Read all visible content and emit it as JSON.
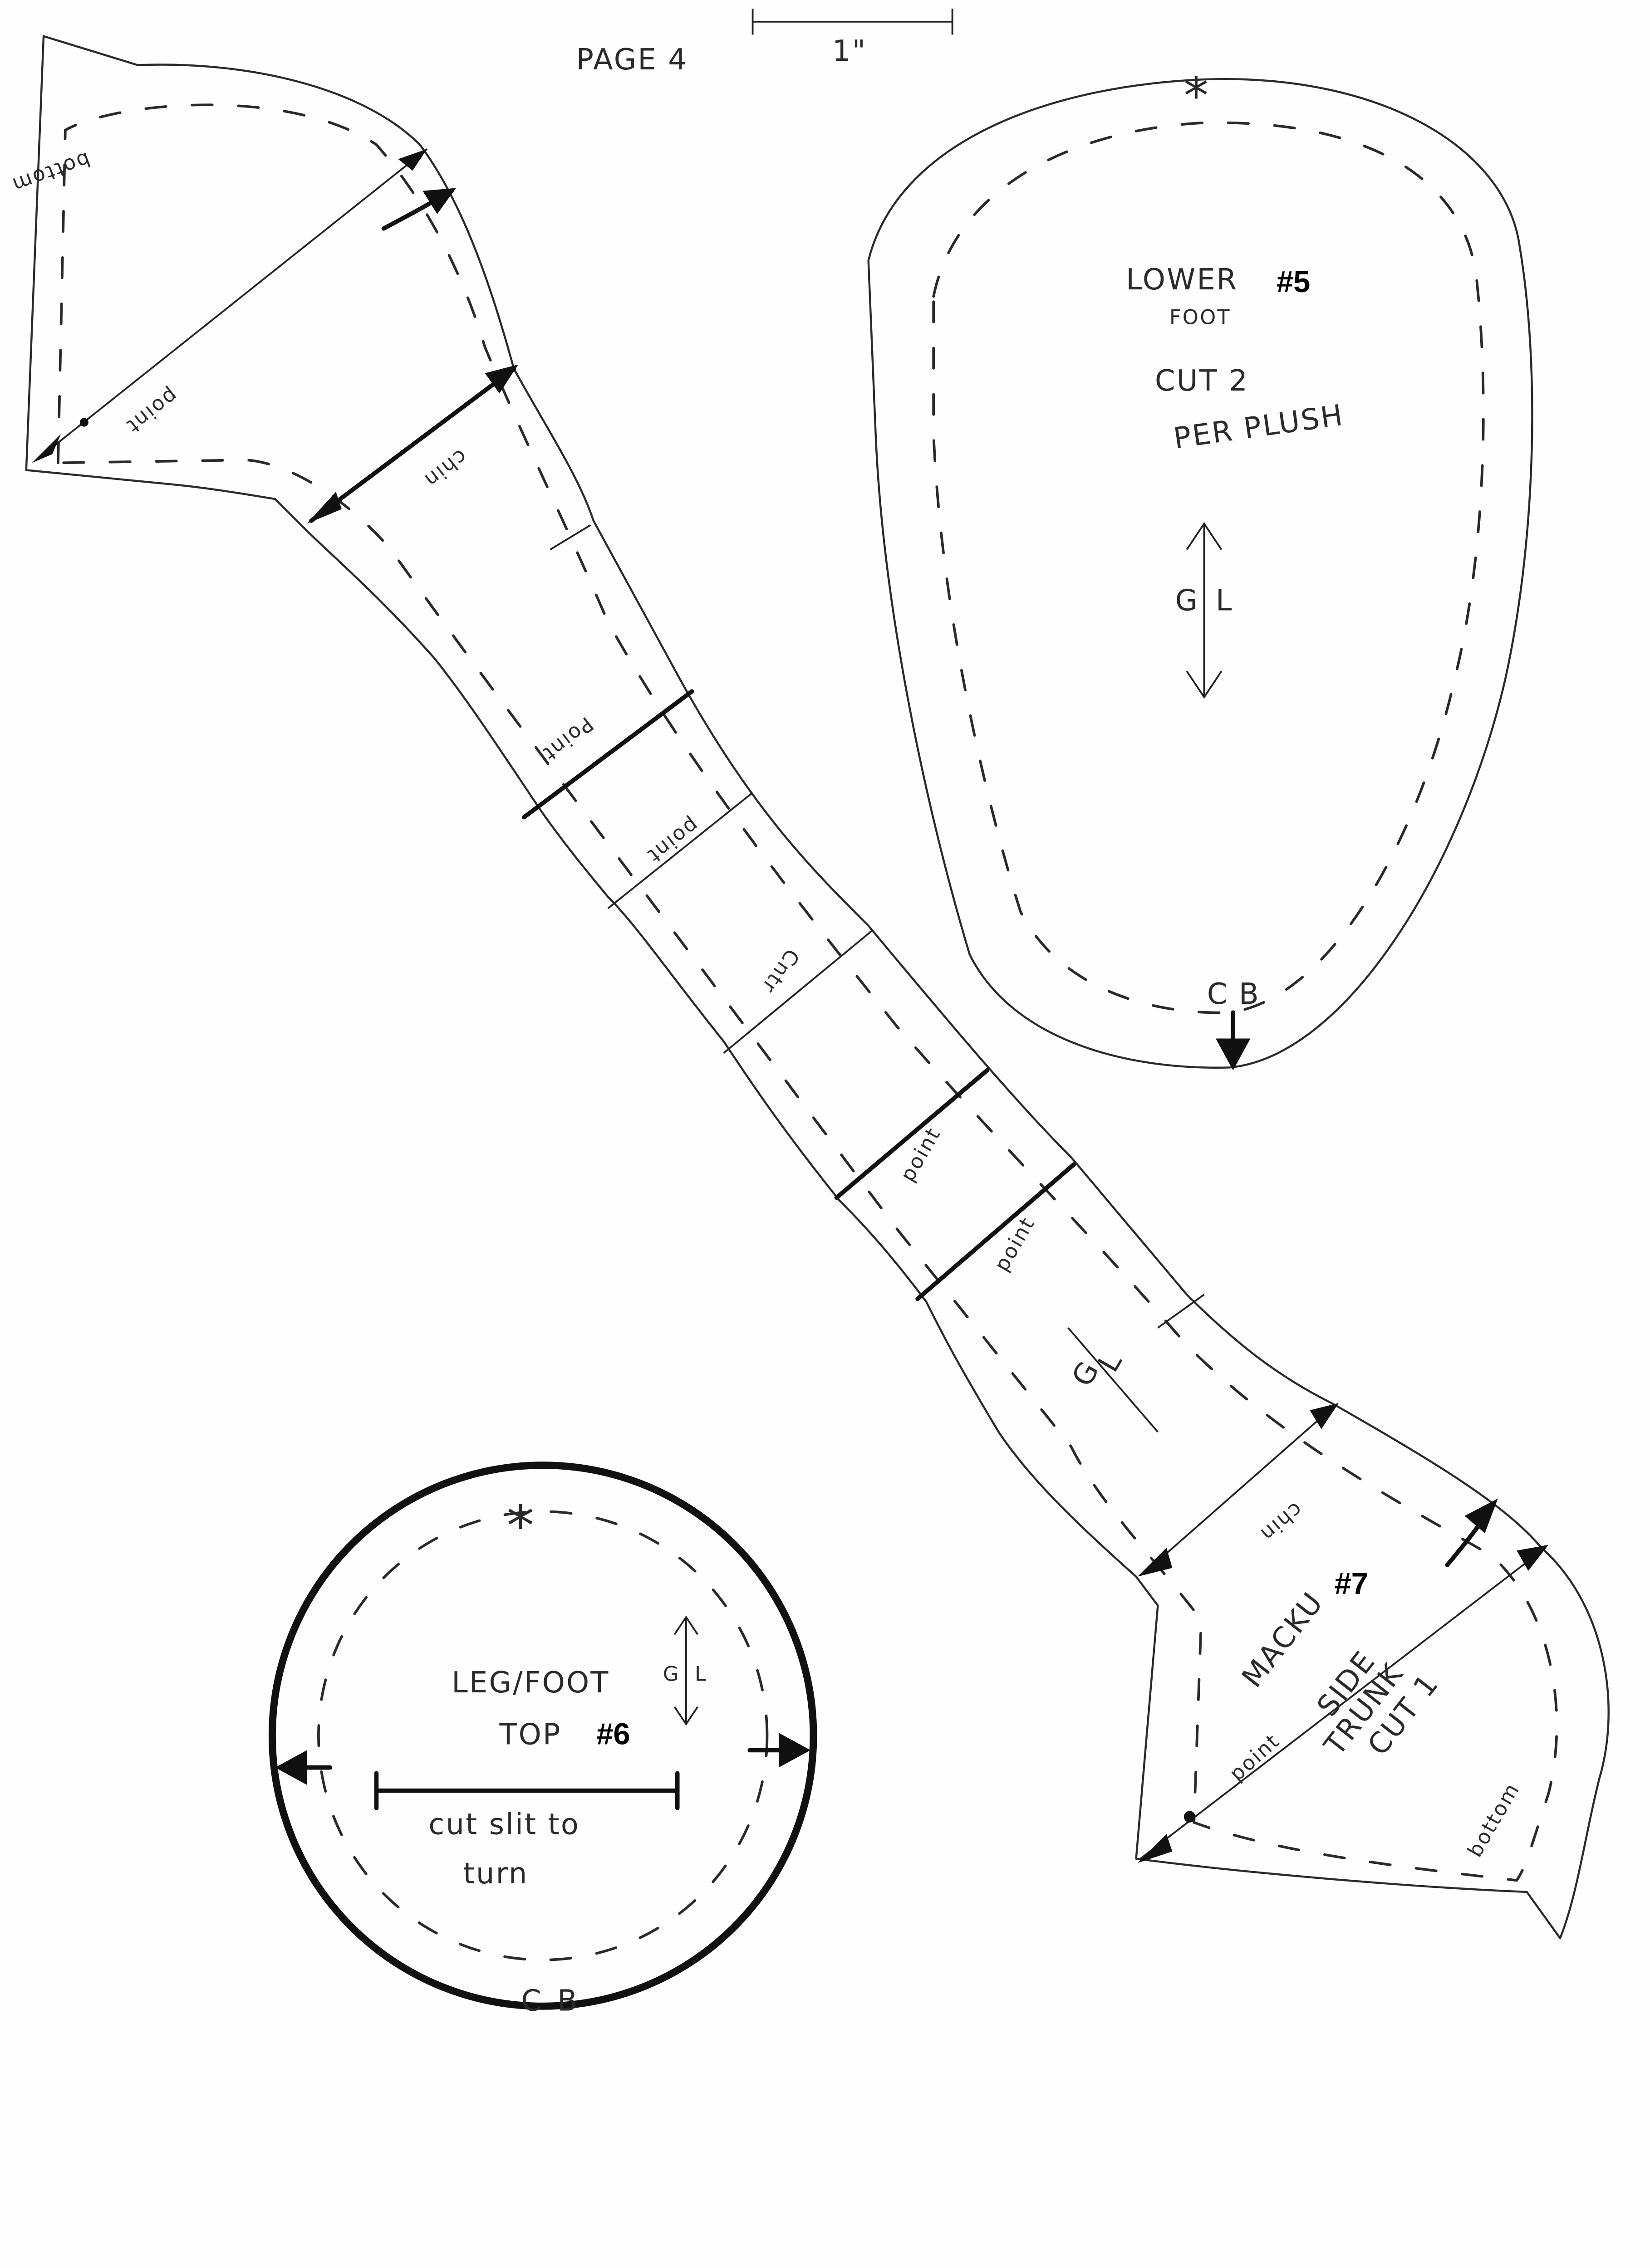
{
  "header": {
    "page_label": "PAGE 4",
    "scale_label": "1\""
  },
  "lower_foot": {
    "title_line1": "LOWER",
    "title_line2": "FOOT",
    "number": "#5",
    "cut_line1": "CUT 2",
    "cut_line2": "PER PLUSH",
    "grain_g": "G",
    "grain_l": "L",
    "cb_c": "C",
    "cb_b": "B",
    "top_mark": "*"
  },
  "side_trunk": {
    "name": "MACKU",
    "number": "#7",
    "line2": "SIDE",
    "line3": "TRUNK",
    "cut": "CUT 1",
    "labels": {
      "bottom_top": "bottom",
      "point_top": "point",
      "chin_top": "chin",
      "point_1": "Point",
      "point_2": "point",
      "center": "Cntr",
      "point_3": "point",
      "point_4": "point",
      "grain_g": "G",
      "grain_l": "L",
      "chin_bottom": "chin",
      "point_bottom": "point",
      "bottom_bottom": "bottom"
    }
  },
  "leg_foot_top": {
    "title": "LEG/FOOT",
    "line2": "TOP",
    "number": "#6",
    "note_line1": "cut slit to",
    "note_line2": "turn",
    "grain_g": "G",
    "grain_l": "L",
    "cb_c": "C",
    "cb_b": "B",
    "top_mark": "*"
  }
}
